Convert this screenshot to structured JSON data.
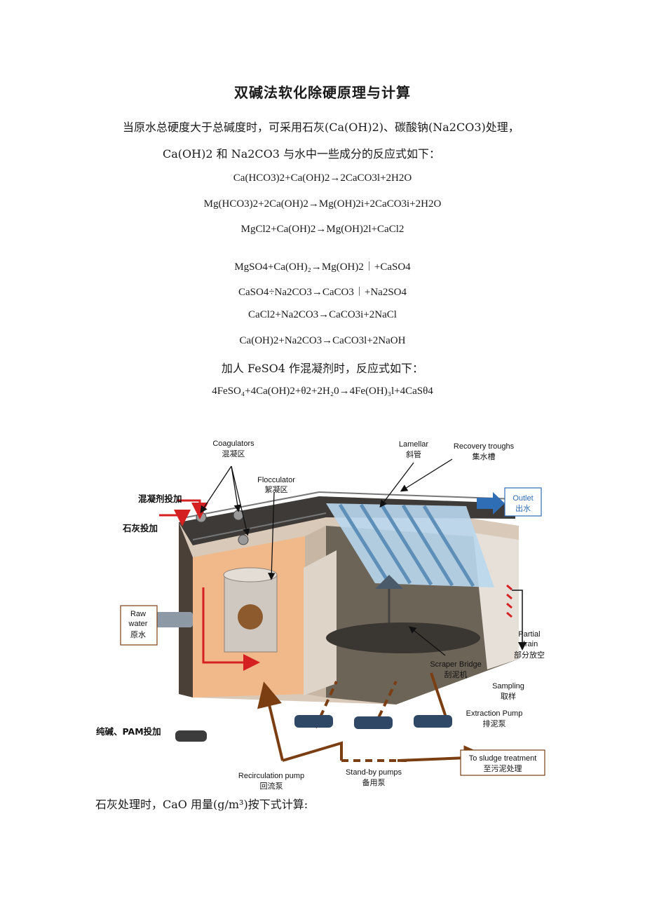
{
  "document": {
    "title": "双碱法软化除硬原理与计算",
    "intro_line1": "当原水总硬度大于总碱度时，可采用石灰(Ca(OH)2)、碳酸钠(Na2CO3)处理，",
    "intro_line2": "Ca(OH)2 和 Na2CO3 与水中一些成分的反应式如下：",
    "equations": [
      "Ca(HCO3)2+Ca(OH)2→2CaCO3l+2H2O",
      "Mg(HCO3)2+2Ca(OH)2→Mg(OH)2i+2CaCO3i+2H2O",
      "MgCl2+Ca(OH)2→Mg(OH)2l+CaCl2",
      "MgSO4+Ca(OH)₂→Mg(OH)2︱+CaSO4",
      "CaSO4÷Na2CO3→CaCO3︱+Na2SO4",
      "CaCl2+Na2CO3→CaCO3i+2NaCl",
      "Ca(OH)2+Na2CO3→CaCO3l+2NaOH"
    ],
    "feso4_intro": "加人 FeSO4 作混凝剂时，反应式如下：",
    "feso4_equation": "4FeSO₄+4Ca(OH)2+θ2+2H₂0→4Fe(OH)₃l+4CaSθ4",
    "footer": "石灰处理时，CaO 用量(g/m³)按下式计算:"
  },
  "figure": {
    "coagulators_en": "Coagulators",
    "coagulators_cn": "混凝区",
    "flocculator_en": "Flocculator",
    "flocculator_cn": "絮凝区",
    "lamellar_en": "Lamellar",
    "lamellar_cn": "斜管",
    "recovery_en": "Recovery troughs",
    "recovery_cn": "集水槽",
    "outlet_en": "Outlet",
    "outlet_cn": "出水",
    "coagulant_dosing": "混凝剂投加",
    "lime_dosing": "石灰投加",
    "raw_en1": "Raw",
    "raw_en2": "water",
    "raw_cn": "原水",
    "partial_en1": "Partial",
    "partial_en2": "drain",
    "partial_cn": "部分放空",
    "scraper_en": "Scraper Bridge",
    "scraper_cn": "刮泥机",
    "sampling_en": "Sampling",
    "sampling_cn": "取样",
    "extraction_en": "Extraction Pump",
    "extraction_cn": "排泥泵",
    "soda_pam": "纯碱、PAM投加",
    "sludge_en": "To sludge treatment",
    "sludge_cn": "至污泥处理",
    "recirc_en": "Recirculation pump",
    "recirc_cn": "回流泵",
    "standby_en": "Stand-by pumps",
    "standby_cn": "备用泵"
  },
  "colors": {
    "accent_red": "#d42020",
    "pipe_brown": "#7a3e12",
    "outlet_blue": "#2f6db4",
    "tank_orange": "#e9a874",
    "lamella_blue": "#9cc6e6"
  }
}
